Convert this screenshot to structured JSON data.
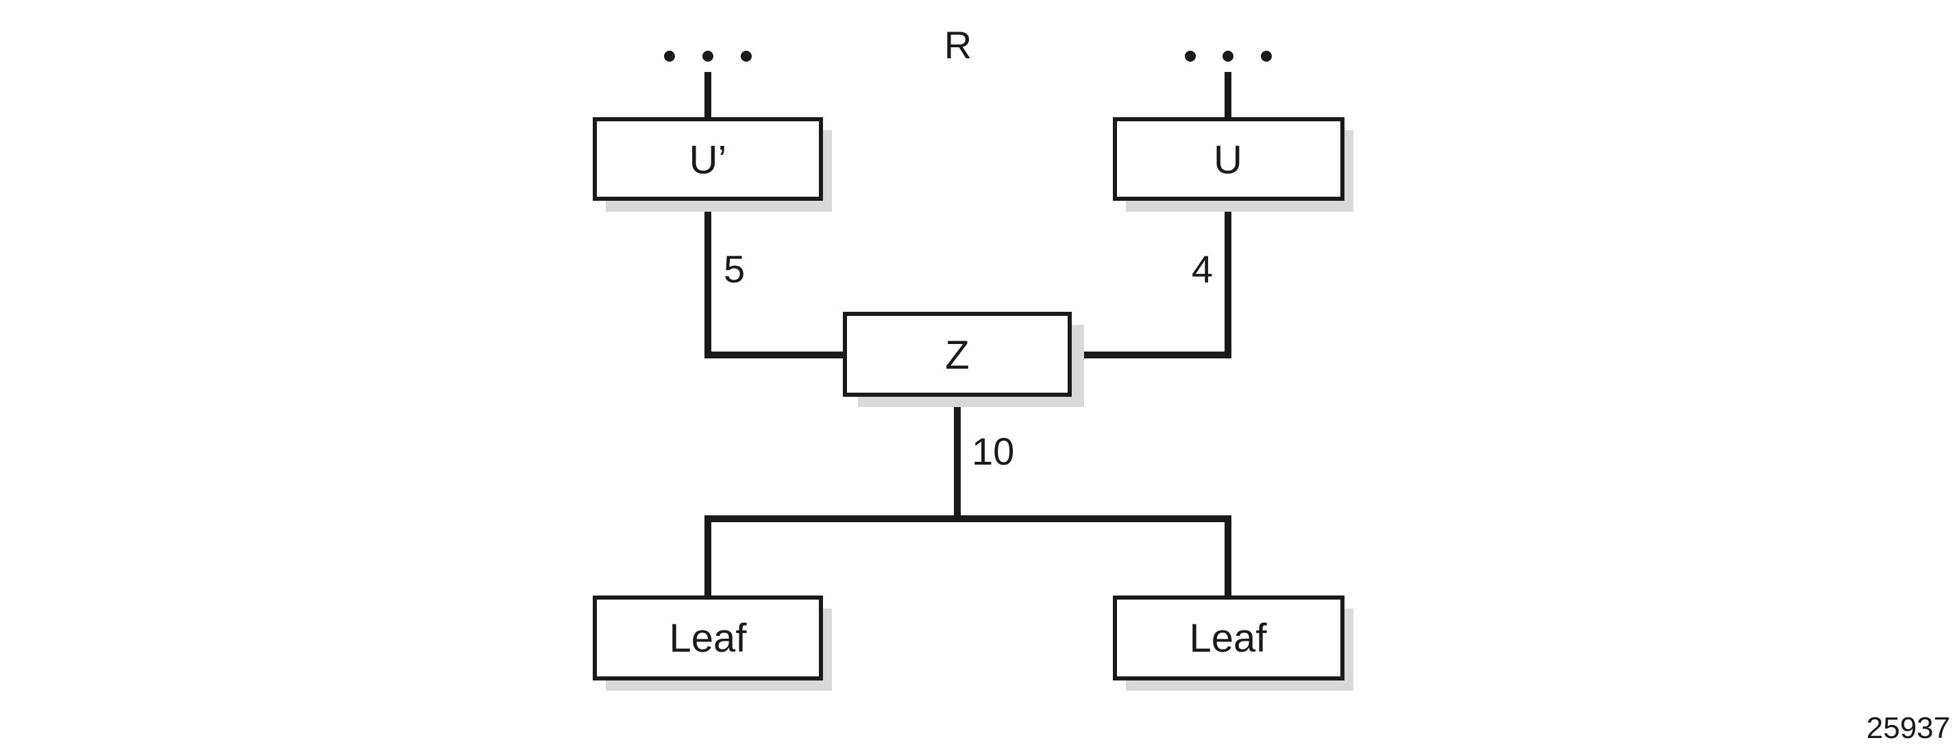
{
  "diagram": {
    "root_label": "R",
    "nodes": {
      "u_prime": "U’",
      "u": "U",
      "z": "Z",
      "leaf_left": "Leaf",
      "leaf_right": "Leaf"
    },
    "edge_costs": {
      "u_prime_to_z": "5",
      "u_to_z": "4",
      "z_to_leaves": "10"
    },
    "figure_id": "25937",
    "colors": {
      "line": "#1a1a1a",
      "shadow": "#d9d9d9",
      "box_fill": "#ffffff"
    }
  }
}
